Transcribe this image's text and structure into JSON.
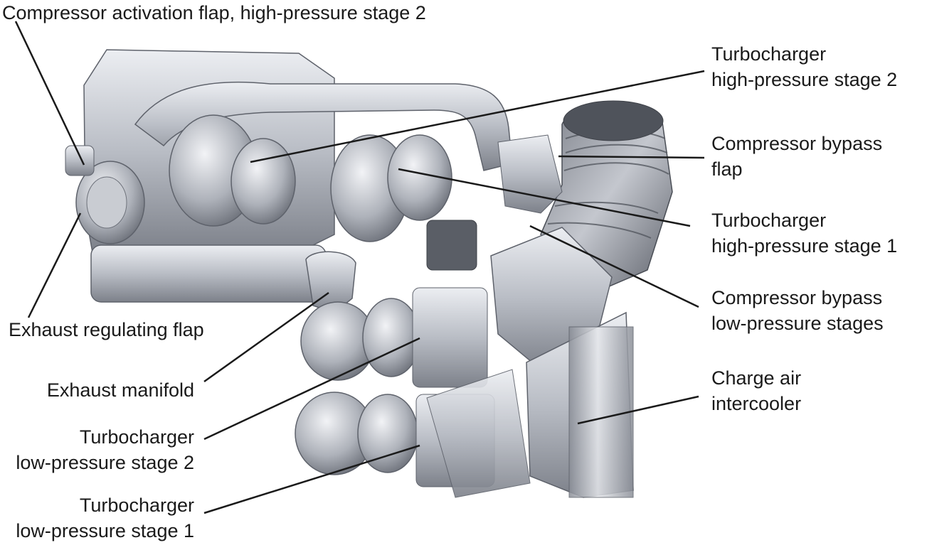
{
  "labels": {
    "compressor_activation_flap": [
      "Compressor activation flap, high-pressure stage 2"
    ],
    "tc_hp_stage2": [
      "Turbocharger",
      "high-pressure stage 2"
    ],
    "compressor_bypass_flap": [
      "Compressor bypass",
      "flap"
    ],
    "tc_hp_stage1": [
      "Turbocharger",
      "high-pressure stage 1"
    ],
    "compressor_bypass_lp": [
      "Compressor bypass",
      "low-pressure stages"
    ],
    "charge_air_intercooler": [
      "Charge air",
      "intercooler"
    ],
    "exhaust_regulating_flap": [
      "Exhaust regulating flap"
    ],
    "exhaust_manifold": [
      "Exhaust manifold"
    ],
    "tc_lp_stage2": [
      "Turbocharger",
      "low-pressure stage 2"
    ],
    "tc_lp_stage1": [
      "Turbocharger",
      "low-pressure stage 1"
    ]
  },
  "colors": {
    "metal_light": "#d9dbe0",
    "metal_mid": "#a9adb6",
    "metal_dark": "#6e727b",
    "hose_dark": "#4f535b",
    "leader_line": "#1a1a1a"
  }
}
